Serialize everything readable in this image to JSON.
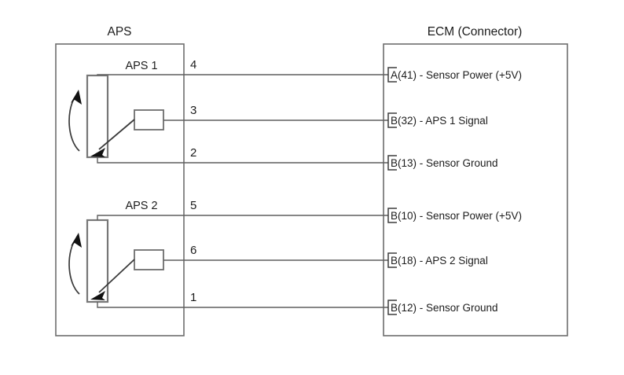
{
  "diagram": {
    "type": "automotive-wiring-schematic",
    "background_color": "#ffffff",
    "line_color": "#5f5f5f",
    "text_color": "#1c1c1c"
  },
  "left_block": {
    "title": "APS",
    "sensors": [
      {
        "label": "APS 1"
      },
      {
        "label": "APS 2"
      }
    ]
  },
  "right_block": {
    "title": "ECM (Connector)"
  },
  "connections": [
    {
      "pin": "4",
      "terminal": "A",
      "terminal_label": "A(41) - Sensor Power (+5V)",
      "sensor": "APS 1",
      "function": "Sensor Power (+5V)"
    },
    {
      "pin": "3",
      "terminal": "B",
      "terminal_label": "B(32) - APS 1 Signal",
      "sensor": "APS 1",
      "function": "APS 1 Signal"
    },
    {
      "pin": "2",
      "terminal": "B",
      "terminal_label": "B(13) - Sensor Ground",
      "sensor": "APS 1",
      "function": "Sensor Ground"
    },
    {
      "pin": "5",
      "terminal": "B",
      "terminal_label": "B(10) - Sensor Power (+5V)",
      "sensor": "APS 2",
      "function": "Sensor Power (+5V)"
    },
    {
      "pin": "6",
      "terminal": "B",
      "terminal_label": "B(18) - APS 2 Signal",
      "sensor": "APS 2",
      "function": "APS 2 Signal"
    },
    {
      "pin": "1",
      "terminal": "B",
      "terminal_label": "B(12) - Sensor Ground",
      "sensor": "APS 2",
      "function": "Sensor Ground"
    }
  ]
}
